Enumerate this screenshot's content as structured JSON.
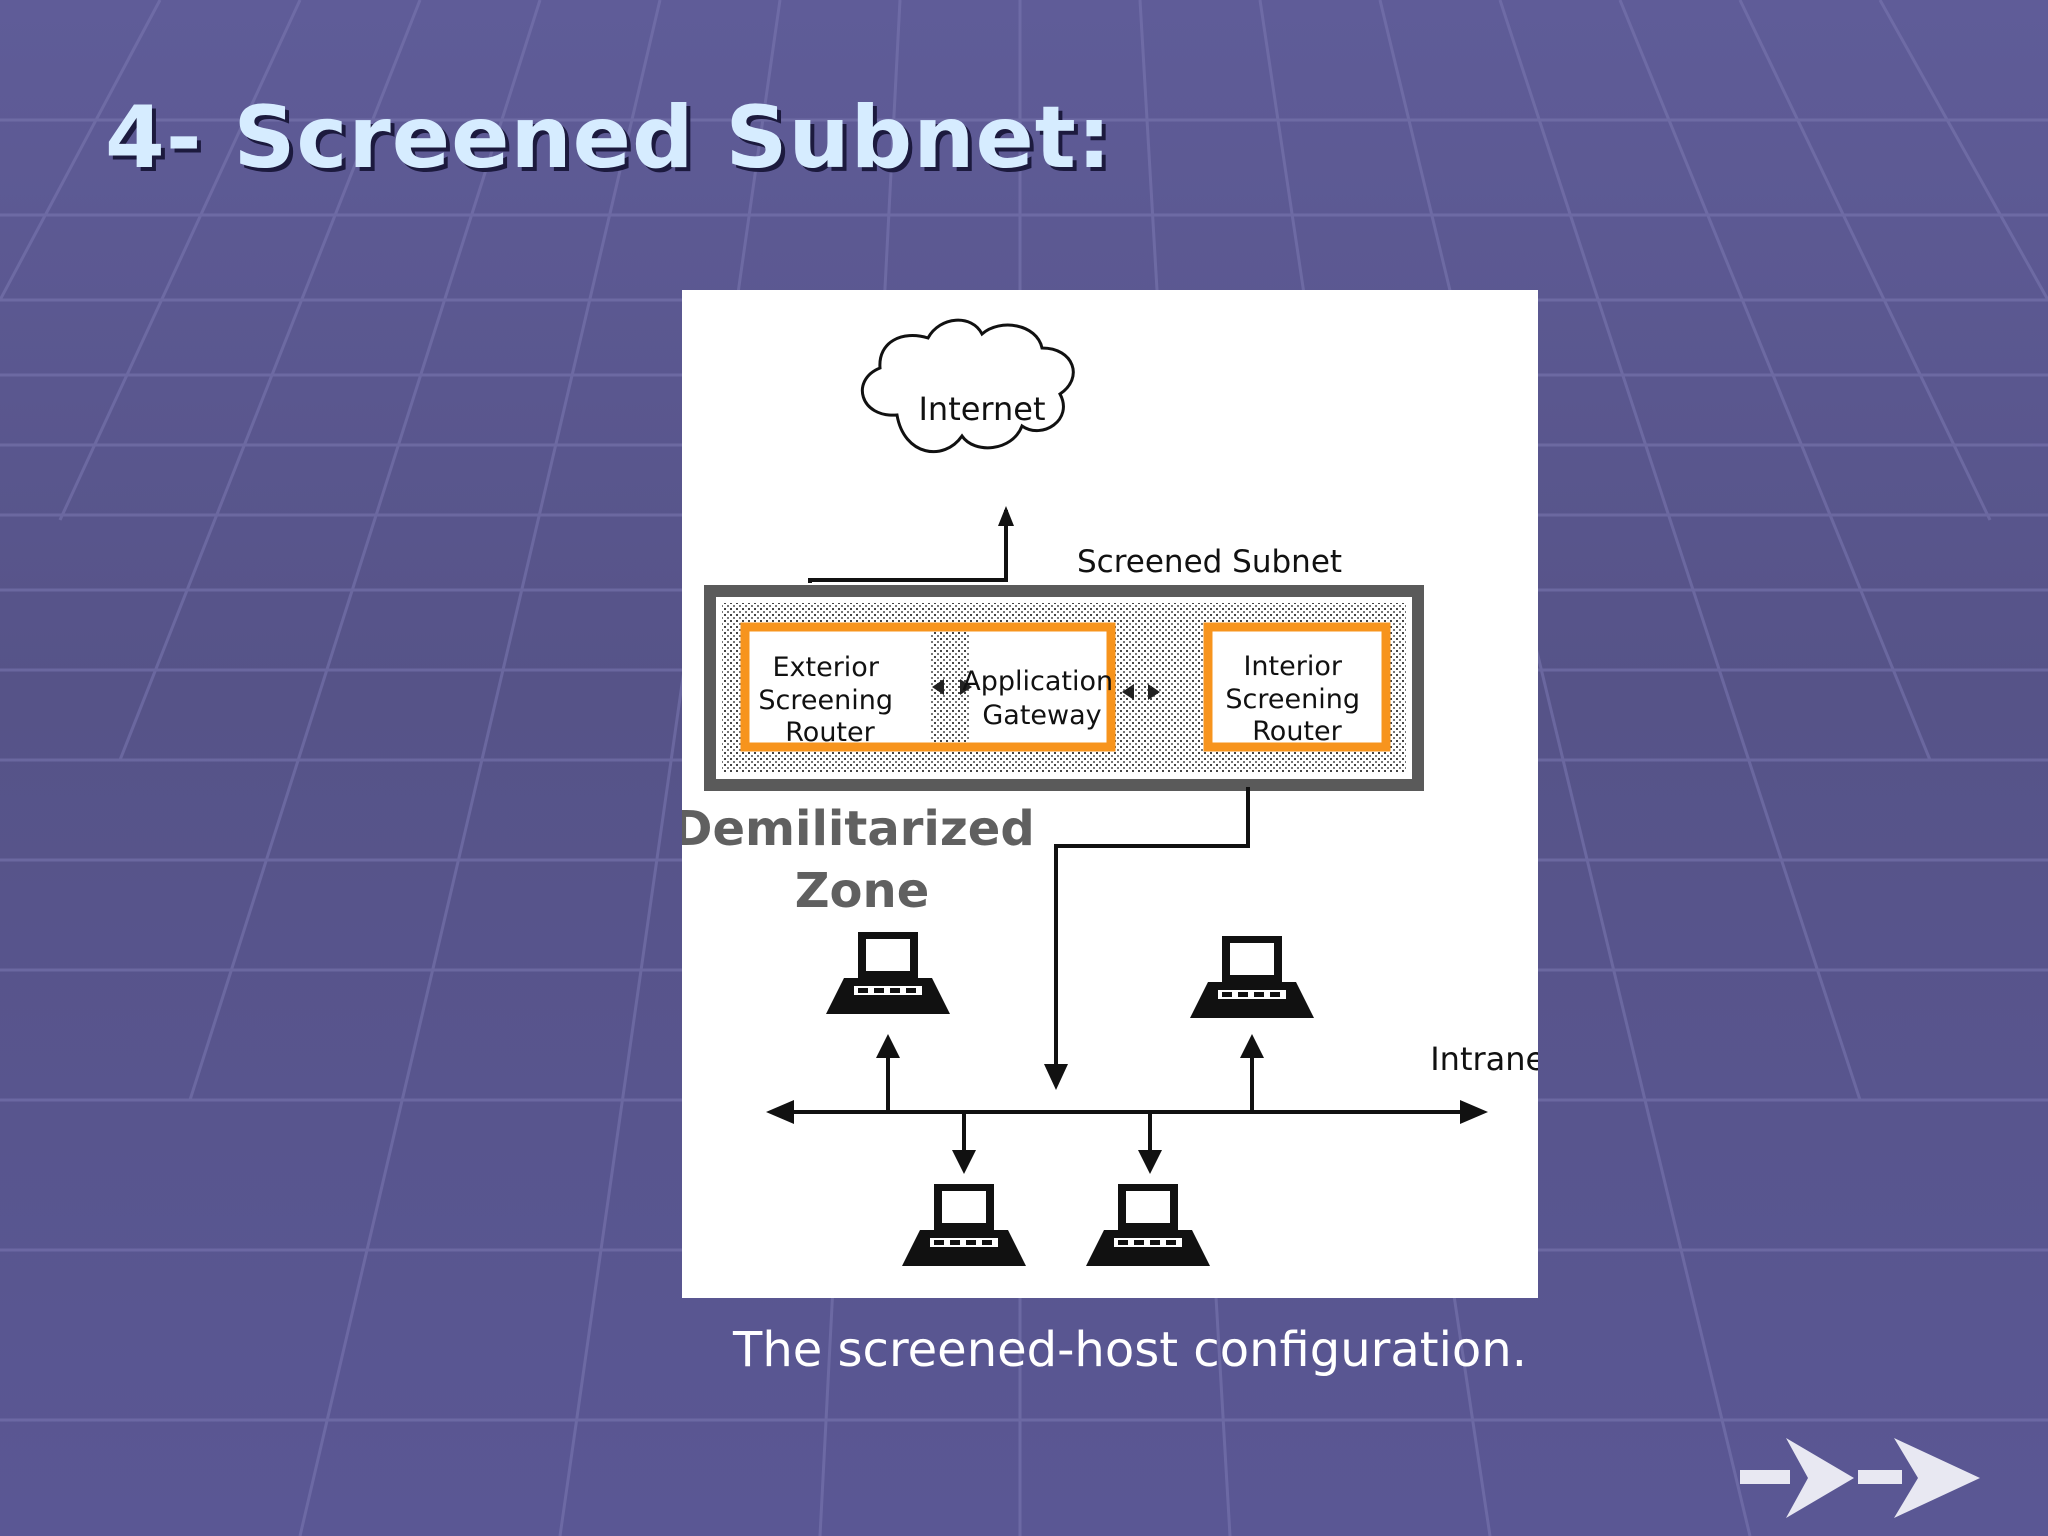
{
  "slide": {
    "title": "4- Screened Subnet:",
    "caption": "The screened-host configuration."
  },
  "diagram": {
    "internet_label": "Internet",
    "screened_subnet_label": "Screened Subnet",
    "exterior_router": [
      "Exterior",
      "Screening",
      "Router"
    ],
    "application_gateway": [
      "Application",
      "Gateway"
    ],
    "interior_router": [
      "Interior",
      "Screening",
      "Router"
    ],
    "dmz_label": [
      "Demilitarized",
      "Zone"
    ],
    "intranet_label": "Intranet",
    "highlight_color": "#f7941d",
    "frame_color": "#5a5a5a"
  },
  "navigation": {
    "next_icon": "double-arrow-right-icon"
  }
}
